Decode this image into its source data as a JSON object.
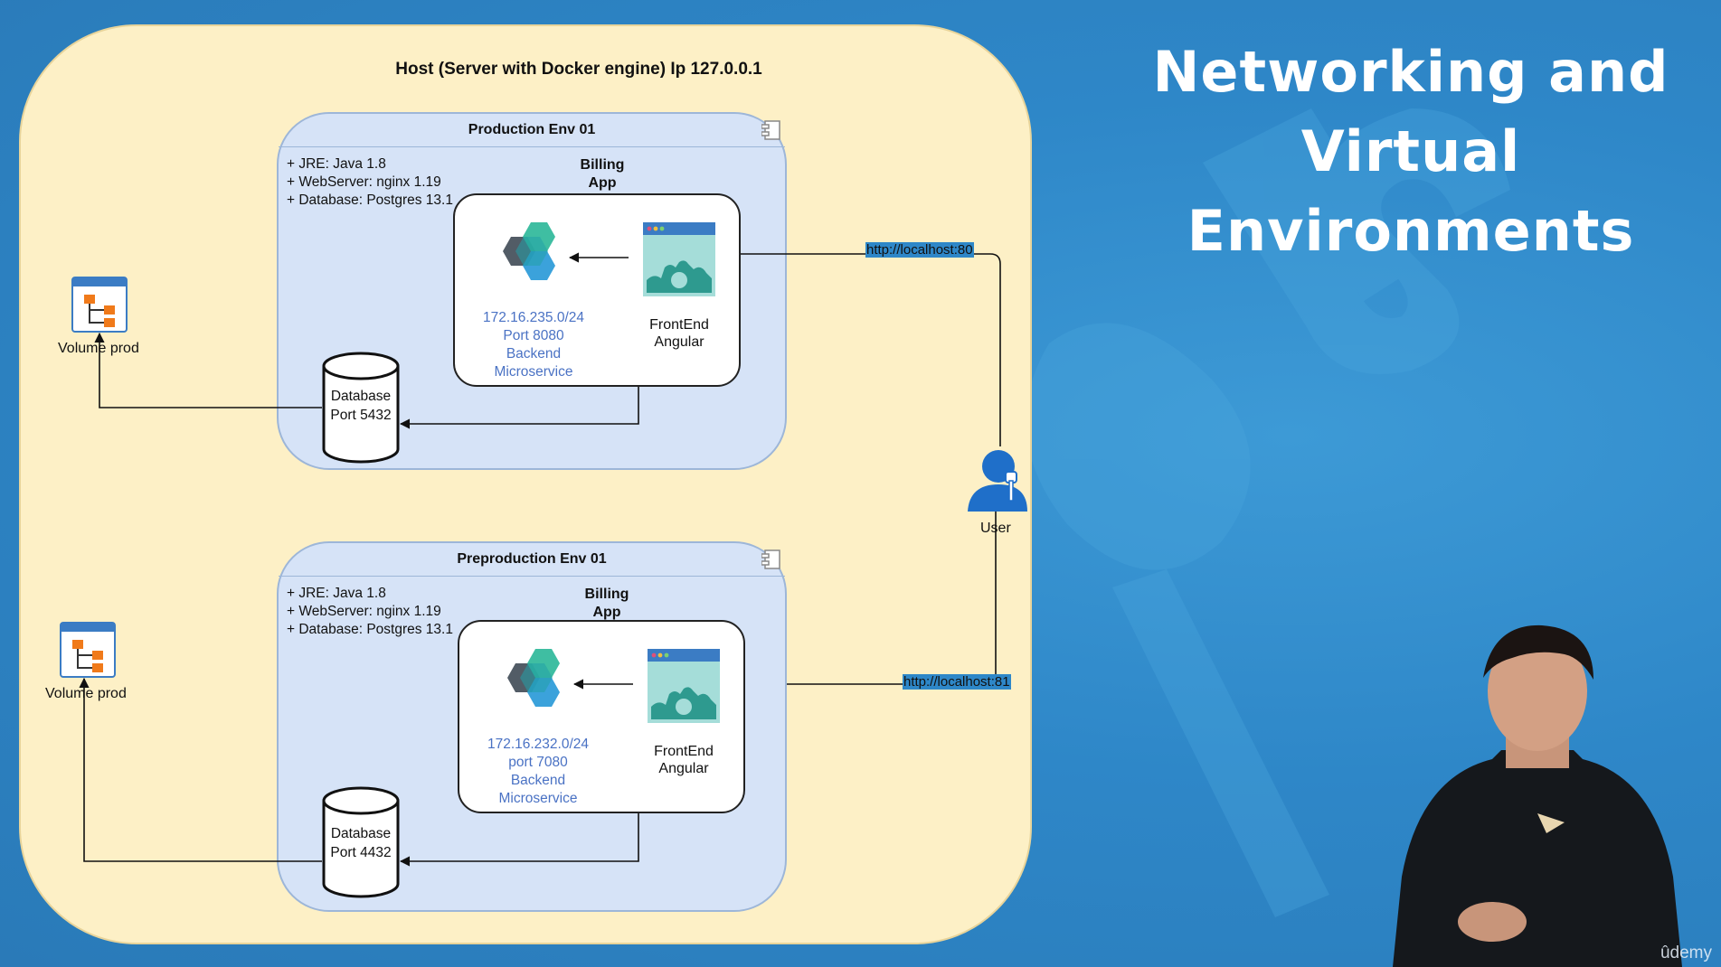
{
  "slide": {
    "title_lines": [
      "Networking and",
      "Virtual",
      "Environments"
    ],
    "watermark": "ûdemy"
  },
  "host": {
    "title": "Host (Server with Docker engine)  Ip 127.0.0.1"
  },
  "environments": [
    {
      "title": "Production Env 01",
      "props": [
        "+ JRE: Java 1.8",
        "+ WebServer: nginx 1.19",
        "+ Database: Postgres 13.1"
      ],
      "app_label": [
        "Billing",
        "App"
      ],
      "microservice": [
        "172.16.235.0/24",
        "Port 8080",
        "Backend",
        "Microservice"
      ],
      "frontend": [
        "FrontEnd",
        "Angular"
      ],
      "database": [
        "Database",
        "Port 5432"
      ],
      "volume": "Volume prod",
      "url": "http://localhost:80"
    },
    {
      "title": "Preproduction Env 01",
      "props": [
        "+ JRE: Java 1.8",
        "+ WebServer: nginx 1.19",
        "+ Database: Postgres 13.1"
      ],
      "app_label": [
        "Billing",
        "App"
      ],
      "microservice": [
        "172.16.232.0/24",
        "port 7080",
        "Backend",
        "Microservice"
      ],
      "frontend": [
        "FrontEnd",
        "Angular"
      ],
      "database": [
        "Database",
        "Port 4432"
      ],
      "volume": "Volume prod",
      "url": "http://localhost:81"
    }
  ],
  "user": {
    "label": "User"
  },
  "colors": {
    "background": "#2e87c8",
    "host_fill": "#fdf0c6",
    "env_fill": "#d6e3f7",
    "microservice_text": "#4a72c4",
    "title_text": "#ffffff"
  },
  "icons": {
    "volume": "volume-tree-icon",
    "microservice": "hexagon-cluster-icon",
    "frontend": "browser-window-gear-icon",
    "component": "uml-component-icon",
    "user": "user-with-key-icon"
  }
}
